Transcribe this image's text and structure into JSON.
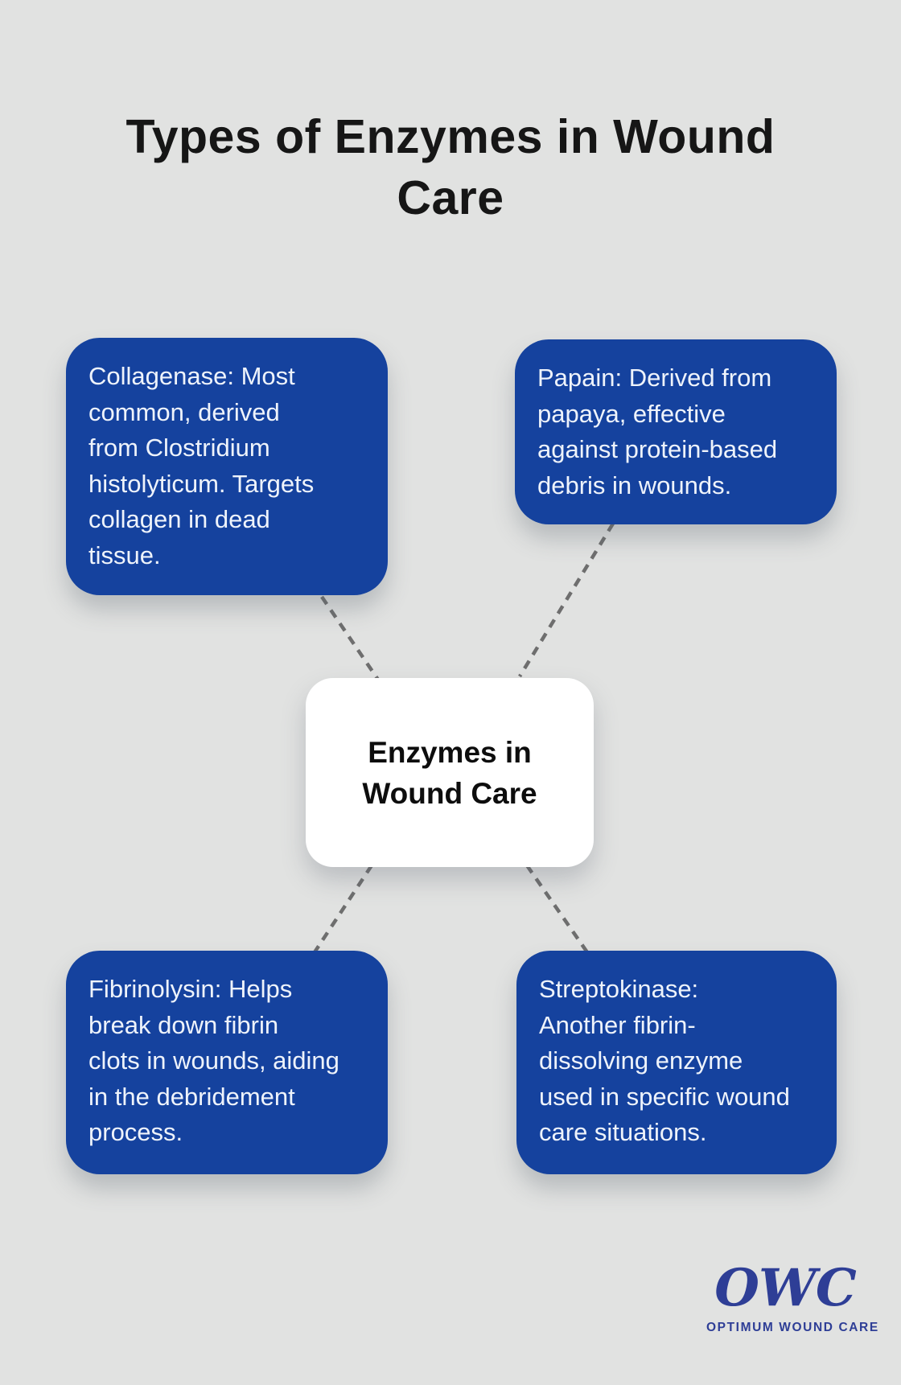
{
  "title": {
    "text": "Types of Enzymes in Wound Care",
    "lines": [
      "Types of Enzymes in Wound",
      "Care"
    ]
  },
  "center_node": {
    "text": "Enzymes in Wound Care",
    "lines": [
      "Enzymes in",
      "Wound Care"
    ]
  },
  "nodes": [
    {
      "id": "collagenase",
      "position": "top-left",
      "text": "Collagenase: Most common, derived from Clostridium histolyticum. Targets collagen in dead tissue.",
      "lines": [
        "Collagenase: Most",
        "common, derived",
        "from Clostridium",
        "histolyticum. Targets",
        "collagen in dead",
        "tissue."
      ]
    },
    {
      "id": "papain",
      "position": "top-right",
      "text": "Papain: Derived from papaya, effective against protein-based debris in wounds.",
      "lines": [
        "Papain: Derived from",
        "papaya, effective",
        "against protein-based",
        "debris in wounds."
      ]
    },
    {
      "id": "fibrinolysin",
      "position": "bottom-left",
      "text": "Fibrinolysin: Helps break down fibrin clots in wounds, aiding in the debridement process.",
      "lines": [
        "Fibrinolysin: Helps",
        "break down fibrin",
        "clots in wounds, aiding",
        "in the debridement",
        "process."
      ]
    },
    {
      "id": "streptokinase",
      "position": "bottom-right",
      "text": "Streptokinase: Another fibrin-dissolving enzyme used in specific wound care situations.",
      "lines": [
        "Streptokinase:",
        "Another fibrin-",
        "dissolving enzyme",
        "used in specific wound",
        "care situations."
      ]
    }
  ],
  "logo": {
    "acronym": "OWC",
    "name": "OPTIMUM WOUND CARE"
  },
  "colors": {
    "background": "#e1e2e1",
    "node_fill": "#15429e",
    "node_text": "#eef3fb",
    "center_fill": "#ffffff",
    "center_text": "#0d0d0d",
    "connector": "#6e6e6e",
    "logo": "#2e3e96",
    "title_text": "#161616"
  }
}
